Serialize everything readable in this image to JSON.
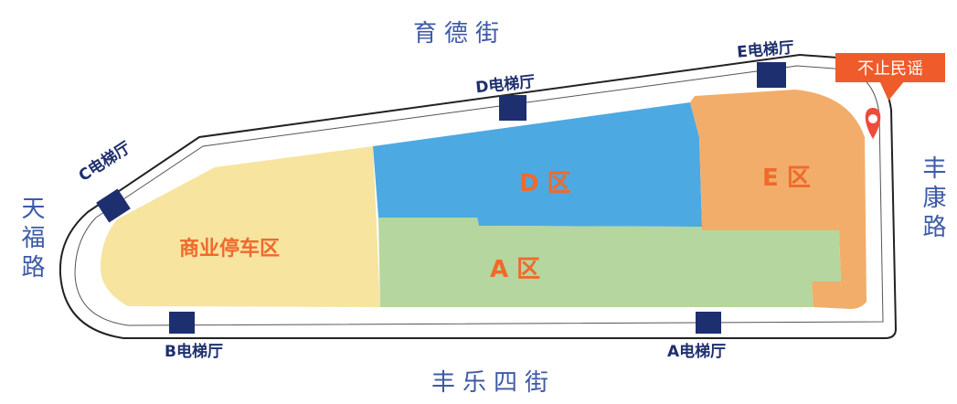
{
  "streets": {
    "north": "育德街",
    "south": "丰乐四街",
    "west": "天福路",
    "east": "丰康路"
  },
  "elevators": {
    "a": "A电梯厅",
    "b": "B电梯厅",
    "c": "C电梯厅",
    "d": "D电梯厅",
    "e": "E电梯厅"
  },
  "zones": {
    "commercial": "商业停车区",
    "a": "A 区",
    "d": "D 区",
    "e": "E 区"
  },
  "callout": "不止民谣",
  "colors": {
    "commercial": "#f6e49f",
    "zone_a": "#b5d69e",
    "zone_d": "#4da9e1",
    "zone_e": "#f2ad6a",
    "elevator": "#1d2f6f",
    "street_text": "#3e5aa6",
    "zone_text": "#ef6a2c",
    "callout": "#ef5b2b"
  },
  "icons": {
    "location": "map-pin-icon"
  }
}
